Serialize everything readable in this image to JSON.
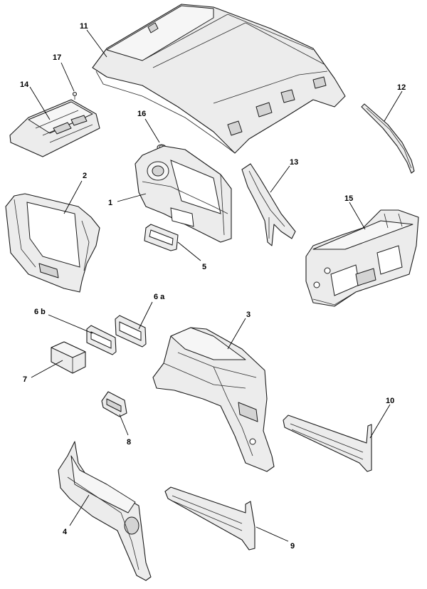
{
  "callouts": {
    "c1": "1",
    "c2": "2",
    "c3": "3",
    "c4": "4",
    "c5": "5",
    "c6a": "6 a",
    "c6b": "6 b",
    "c7": "7",
    "c8": "8",
    "c9": "9",
    "c10": "10",
    "c11": "11",
    "c12": "12",
    "c13": "13",
    "c14": "14",
    "c15": "15",
    "c16": "16",
    "c17": "17"
  }
}
